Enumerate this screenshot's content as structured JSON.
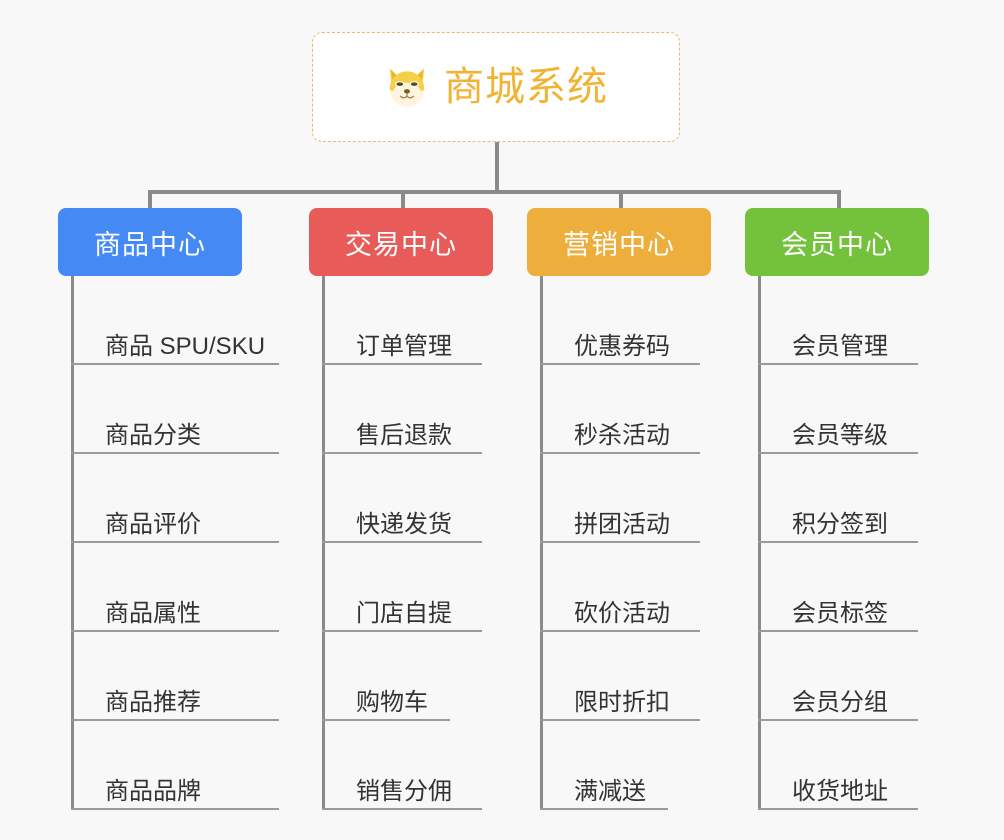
{
  "diagram": {
    "title": "商城系统",
    "background_color": "#f8f8f8",
    "root": {
      "label": "商城系统",
      "icon": "shiba-dog-face-icon",
      "text_color": "#f2b233",
      "border_color": "#e8b96a",
      "background_color": "#ffffff"
    },
    "connector_color": "#8a8a8a",
    "leaf_rule_color": "#9a9a9a",
    "leaf_text_color": "#333333",
    "branches": [
      {
        "label": "商品中心",
        "color": "#4589f4",
        "items": [
          "商品 SPU/SKU",
          "商品分类",
          "商品评价",
          "商品属性",
          "商品推荐",
          "商品品牌"
        ]
      },
      {
        "label": "交易中心",
        "color": "#e75c59",
        "items": [
          "订单管理",
          "售后退款",
          "快递发货",
          "门店自提",
          "购物车",
          "销售分佣"
        ]
      },
      {
        "label": "营销中心",
        "color": "#edae3c",
        "items": [
          "优惠券码",
          "秒杀活动",
          "拼团活动",
          "砍价活动",
          "限时折扣",
          "满减送"
        ]
      },
      {
        "label": "会员中心",
        "color": "#74c13c",
        "items": [
          "会员管理",
          "会员等级",
          "积分签到",
          "会员标签",
          "会员分组",
          "收货地址"
        ]
      }
    ]
  }
}
